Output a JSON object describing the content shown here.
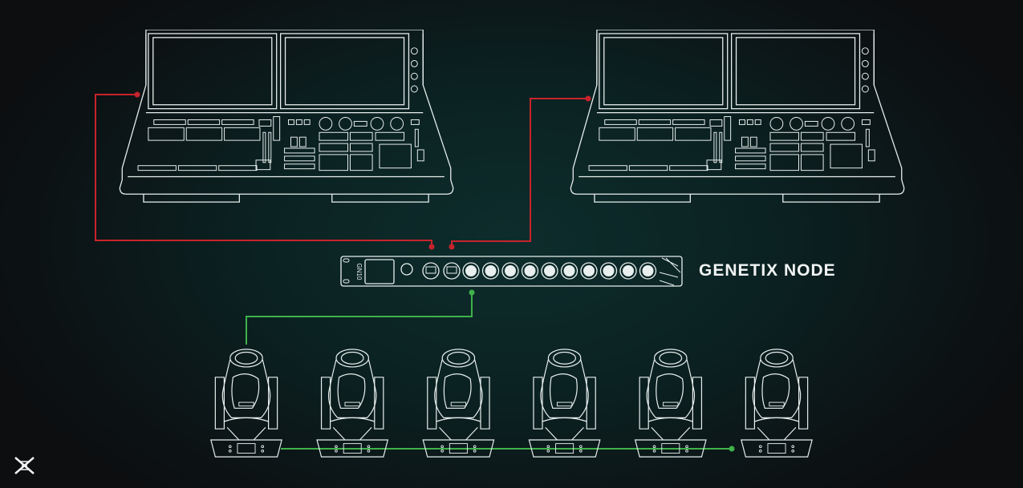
{
  "node": {
    "label": "GENETIX NODE",
    "model_mark": "GN10",
    "dmx_ports": 10,
    "ethernet_ports": 2
  },
  "consoles": [
    {
      "id": "console-left"
    },
    {
      "id": "console-right"
    }
  ],
  "fixtures": {
    "count": 6
  },
  "logo": {
    "mark": "X"
  },
  "colors": {
    "ethernet": "#c8232c",
    "dmx": "#3fb24a",
    "outline": "#e8efee"
  }
}
